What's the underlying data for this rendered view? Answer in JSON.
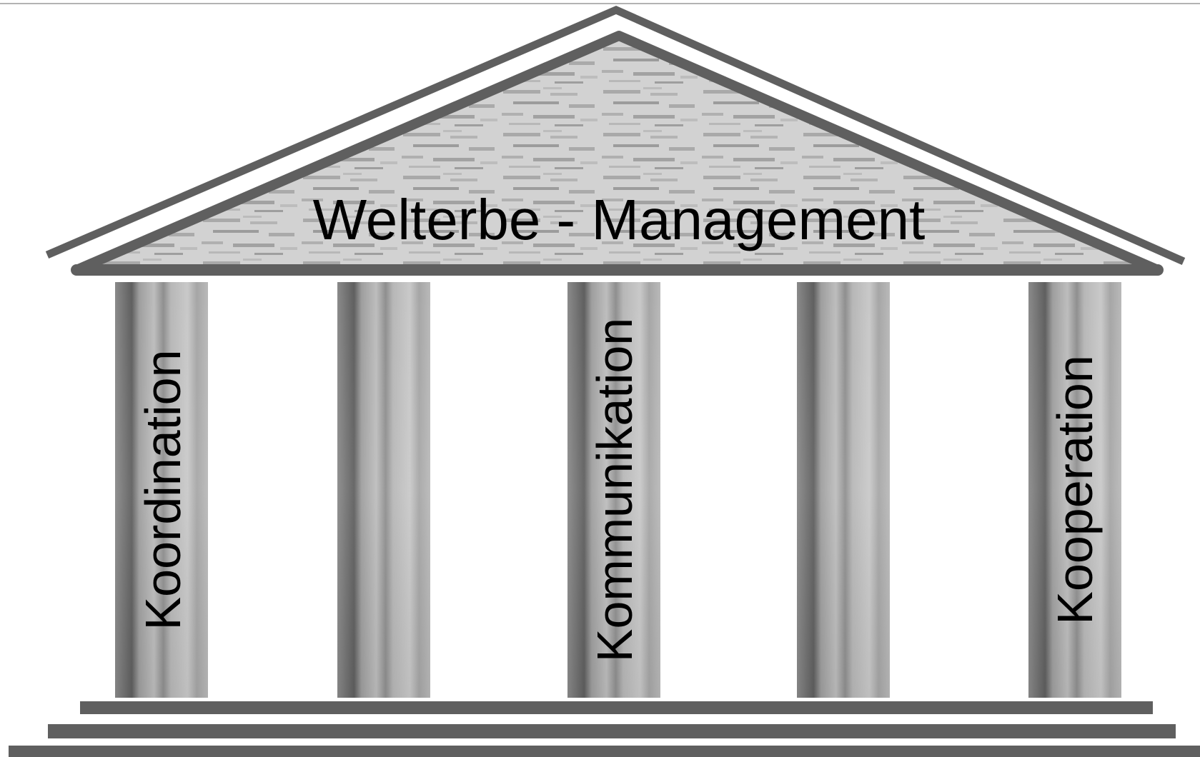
{
  "diagram": {
    "title": "Welterbe - Management",
    "pillars": [
      {
        "id": "pillar-1",
        "label": "Koordination"
      },
      {
        "id": "pillar-2",
        "label": ""
      },
      {
        "id": "pillar-3",
        "label": "Kommunikation"
      },
      {
        "id": "pillar-4",
        "label": ""
      },
      {
        "id": "pillar-5",
        "label": "Kooperation"
      }
    ],
    "colors": {
      "roof_stroke": "#5f5f5f",
      "stone_light": "#d6d6d6",
      "stone_dark": "#8a8a8a",
      "column_dark": "#707070",
      "column_light": "#c8c8c8",
      "step": "#5f5f5f"
    }
  }
}
